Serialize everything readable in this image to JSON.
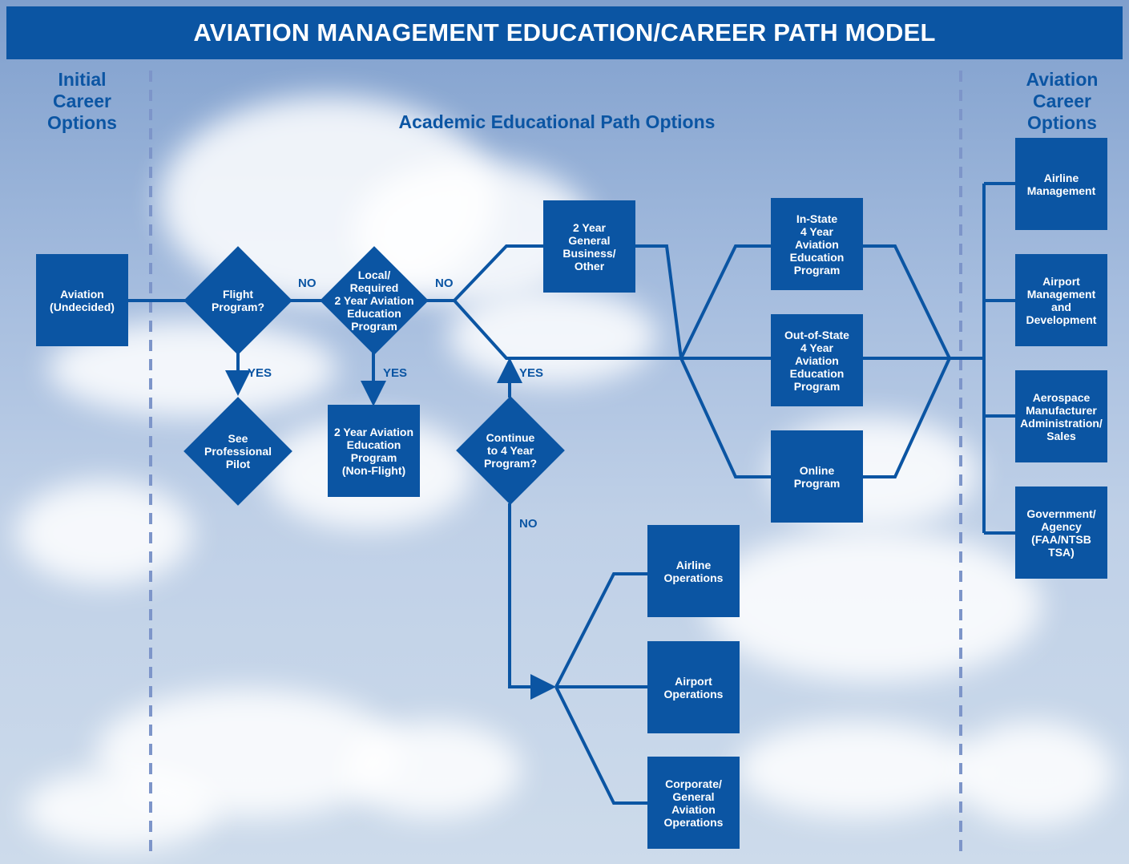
{
  "title": "AVIATION MANAGEMENT EDUCATION/CAREER PATH MODEL",
  "columns": {
    "initial": "Initial\nCareer\nOptions",
    "academic": "Academic Educational Path Options",
    "career": "Aviation\nCareer\nOptions"
  },
  "nodes": {
    "aviation_undecided": "Aviation\n(Undecided)",
    "flight_program": "Flight\nProgram?",
    "local_required": "Local/\nRequired\n2 Year Aviation\nEducation\nProgram",
    "see_pilot": "See\nProfessional\nPilot",
    "two_year_nonflight": "2 Year Aviation\nEducation\nProgram\n(Non-Flight)",
    "two_year_general": "2 Year\nGeneral\nBusiness/\nOther",
    "continue_4yr": "Continue\nto 4 Year\nProgram?",
    "in_state": "In-State\n4 Year\nAviation\nEducation\nProgram",
    "out_of_state": "Out-of-State\n4 Year\nAviation\nEducation\nProgram",
    "online": "Online\nProgram",
    "airline_ops": "Airline\nOperations",
    "airport_ops": "Airport\nOperations",
    "corporate_ops": "Corporate/\nGeneral\nAviation\nOperations",
    "airline_mgmt": "Airline\nManagement",
    "airport_mgmt": "Airport\nManagement\nand\nDevelopment",
    "aerospace": "Aerospace\nManufacturer\nAdministration/\nSales",
    "government": "Government/\nAgency\n(FAA/NTSB\nTSA)"
  },
  "edge_labels": {
    "no": "NO",
    "yes": "YES"
  },
  "colors": {
    "primary": "#0b55a3",
    "divider": "#7d95c9"
  }
}
